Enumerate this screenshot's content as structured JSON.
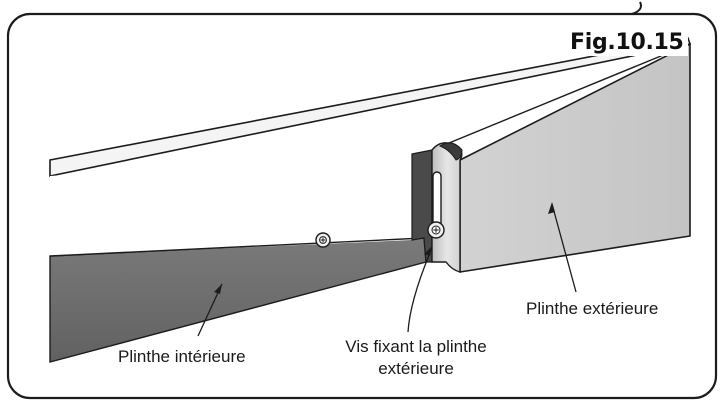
{
  "figure": {
    "label": "Fig.10.15"
  },
  "callouts": {
    "inner_plinth": "Plinthe intérieure",
    "screw_line1": "Vis fixant la plinthe",
    "screw_line2": "extérieure",
    "outer_plinth": "Plinthe extérieure"
  },
  "colors": {
    "frame": "#1c1c1c",
    "outer_plinth_face": "#c9c9c9",
    "inner_plinth_face": "#6f6f6f",
    "top_edge": "#f2f2f2"
  }
}
